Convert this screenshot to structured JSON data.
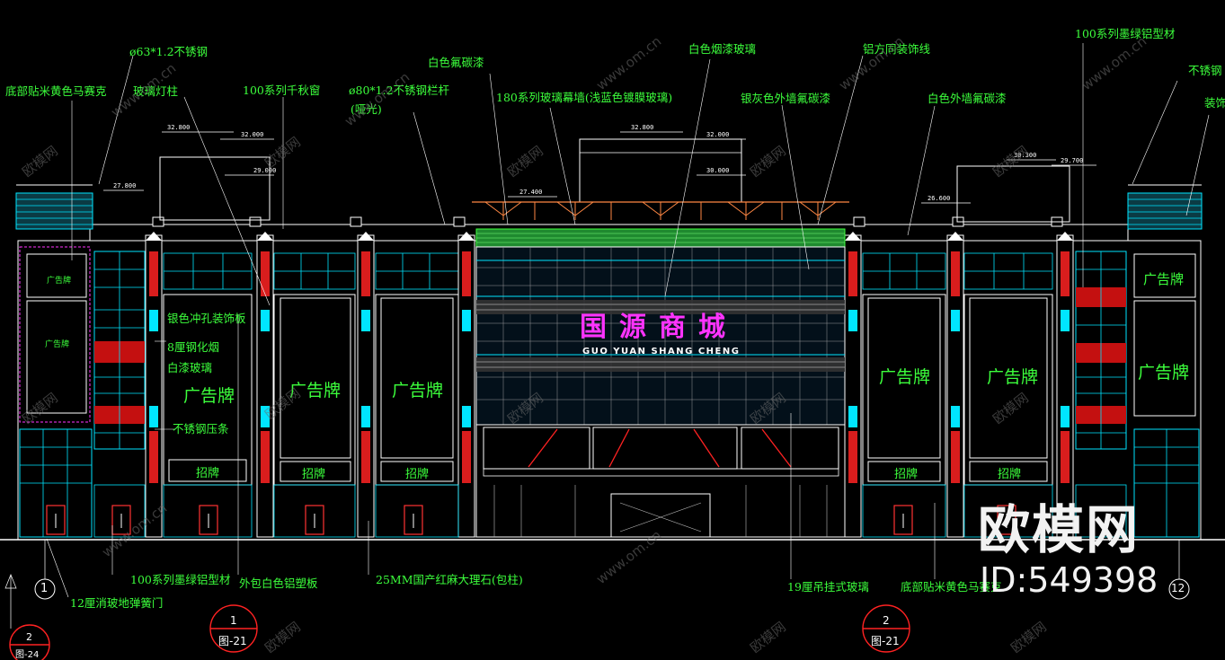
{
  "drawing": {
    "colors": {
      "background": "#000000",
      "label": "#3cff3c",
      "structure": "#ffffff",
      "glass": "#00e5ff",
      "accent_red": "#ff2222",
      "sign_magenta": "#ff33ff"
    },
    "sign": {
      "chinese": "国源商城",
      "pinyin": "GUO YUAN SHANG CHENG"
    },
    "top_labels": [
      "底部贴米黄色马赛克",
      "ø63*1.2不锈钢",
      "玻璃灯柱",
      "100系列千秋窗",
      "ø80*1.2不锈钢栏杆",
      "(哑光)",
      "白色氟碳漆",
      "180系列玻璃幕墙(浅蓝色镀膜玻璃)",
      "白色烟漆玻璃",
      "银灰色外墙氟碳漆",
      "铝方同装饰线",
      "白色外墙氟碳漆",
      "100系列墨绿铝型材",
      "不锈钢",
      "装饰"
    ],
    "inner_labels": [
      "银色冲孔装饰板",
      "8厘钢化烟",
      "白漆玻璃",
      "不锈钢压条"
    ],
    "bottom_labels": [
      "100系列墨绿铝型材",
      "外包白色铝塑板",
      "25MM国产红麻大理石(包柱)",
      "19厘吊挂式玻璃",
      "底部贴米黄色马赛克",
      "12厘消玻地弹簧门"
    ],
    "ad_panels": [
      "广告牌",
      "广告牌",
      "广告牌",
      "广告牌",
      "广告牌",
      "广告牌",
      "广告牌",
      "广告牌"
    ],
    "small_signs": [
      "招牌",
      "招牌",
      "招牌",
      "招牌",
      "招牌"
    ],
    "levels": [
      "32.800",
      "32.000",
      "29.000",
      "27.800",
      "32.800",
      "32.000",
      "30.000",
      "27.400",
      "30.300",
      "29.700",
      "26.600"
    ],
    "grid_axes": [
      "1",
      "12"
    ],
    "detail_refs": [
      {
        "num": "1",
        "sheet": "图-21"
      },
      {
        "num": "2",
        "sheet": "图-21"
      },
      {
        "num": "2",
        "sheet": "图-24"
      }
    ],
    "watermark": {
      "site": "www.om.cn",
      "brand": "欧模网",
      "id": "ID:549398"
    }
  }
}
